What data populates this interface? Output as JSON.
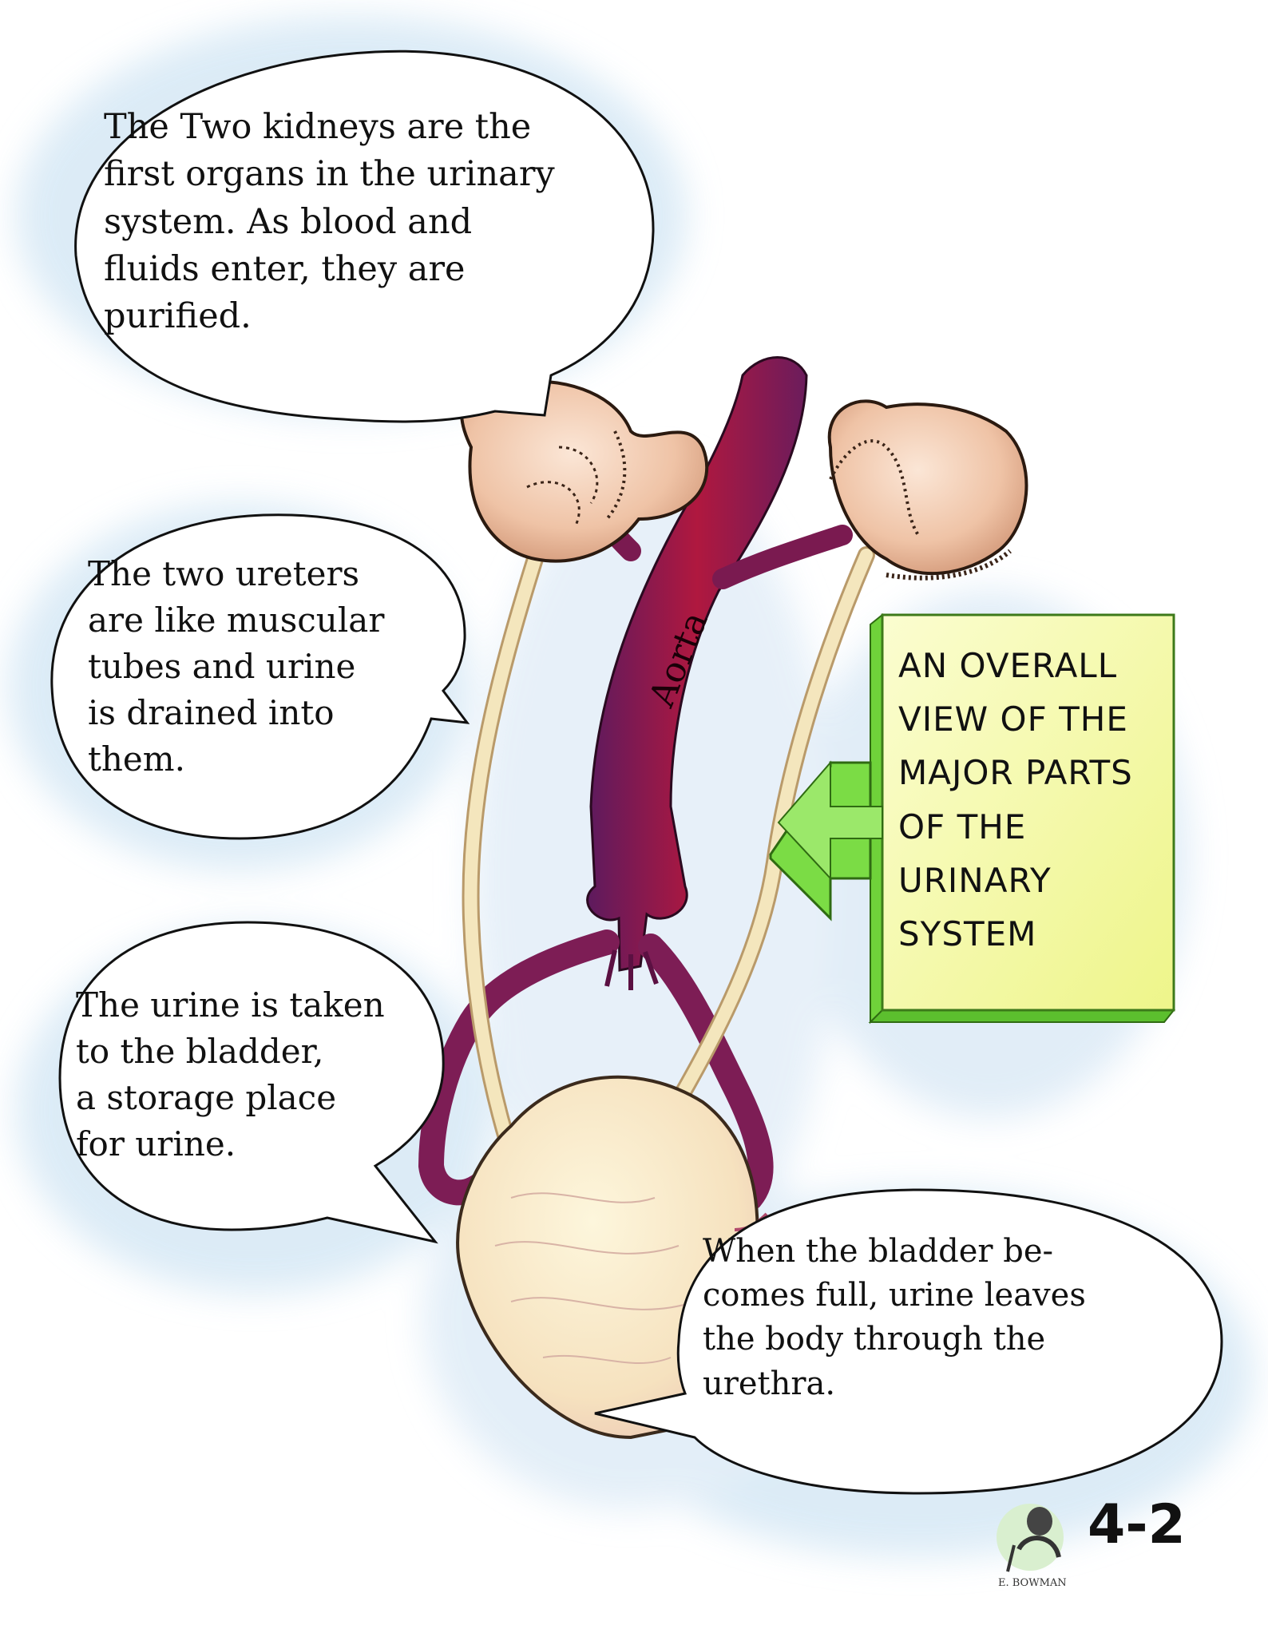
{
  "captions": {
    "kidneys": "The Two kidneys are the\nfirst organs in the urinary\nsystem. As blood and\nfluids enter, they are\npurified.",
    "ureters": "The two ureters\nare like muscular\ntubes and urine\nis drained into\nthem.",
    "bladder": "The urine is taken\nto the bladder,\na storage place\nfor urine.",
    "urethra": "When the bladder be-\ncomes full, urine leaves\nthe body through the\nurethra."
  },
  "callout_box": {
    "text": "AN OVERALL\nVIEW OF THE\nMAJOR PARTS\nOF THE\nURINARY\nSYSTEM",
    "color": "#f3f7a2",
    "arrow_color": "#6fd23a"
  },
  "labels": {
    "aorta": "Aorta"
  },
  "page_number": "4-2",
  "signature": "E. BOWMAN",
  "colors": {
    "aorta": "#8e1b4e",
    "kidney": "#f2c9b0",
    "ureter": "#f3e3b8",
    "bladder": "#f8ecc8",
    "background_wash": "#cfe4f3"
  },
  "icons": [
    "kidney-icon",
    "bladder-icon",
    "aorta-icon",
    "arrow-icon",
    "artist-portrait-icon"
  ]
}
